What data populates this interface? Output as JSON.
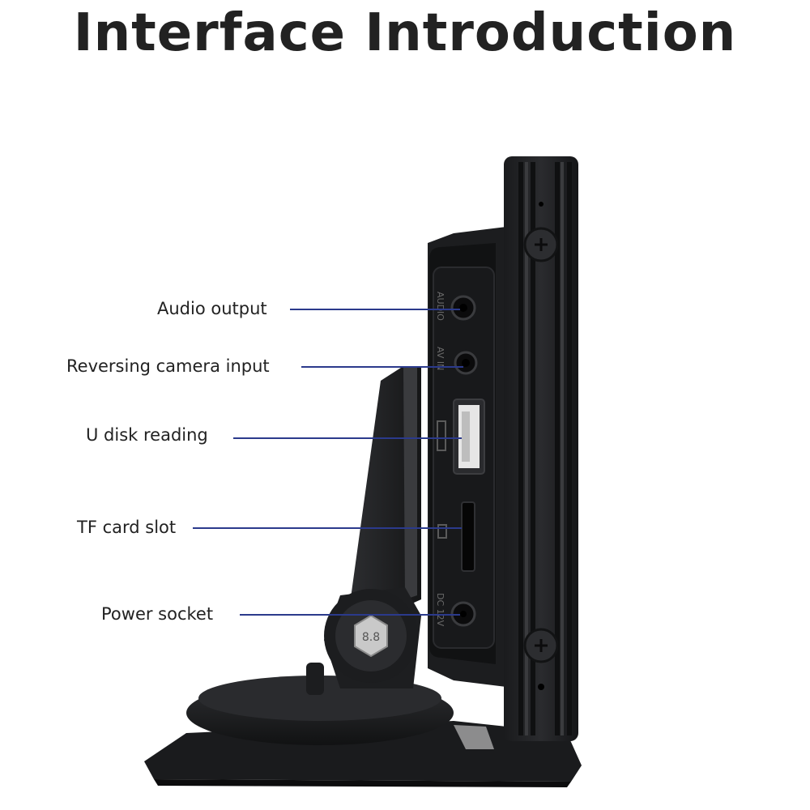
{
  "title": "Interface Introduction",
  "device_markings": {
    "audio": "AUDIO",
    "av_in": "AV IN",
    "dc": "DC 12V",
    "bolt": "8.8"
  },
  "callouts": [
    {
      "name": "audio-output",
      "label": "Audio output"
    },
    {
      "name": "reversing-camera-input",
      "label": "Reversing camera input"
    },
    {
      "name": "u-disk-reading",
      "label": "U disk reading"
    },
    {
      "name": "tf-card-slot",
      "label": "TF card slot"
    },
    {
      "name": "power-socket",
      "label": "Power socket"
    }
  ],
  "colors": {
    "leader_line": "#2b3a8c",
    "device_body": "#1b1c1e",
    "device_highlight": "#3a3b3e"
  }
}
